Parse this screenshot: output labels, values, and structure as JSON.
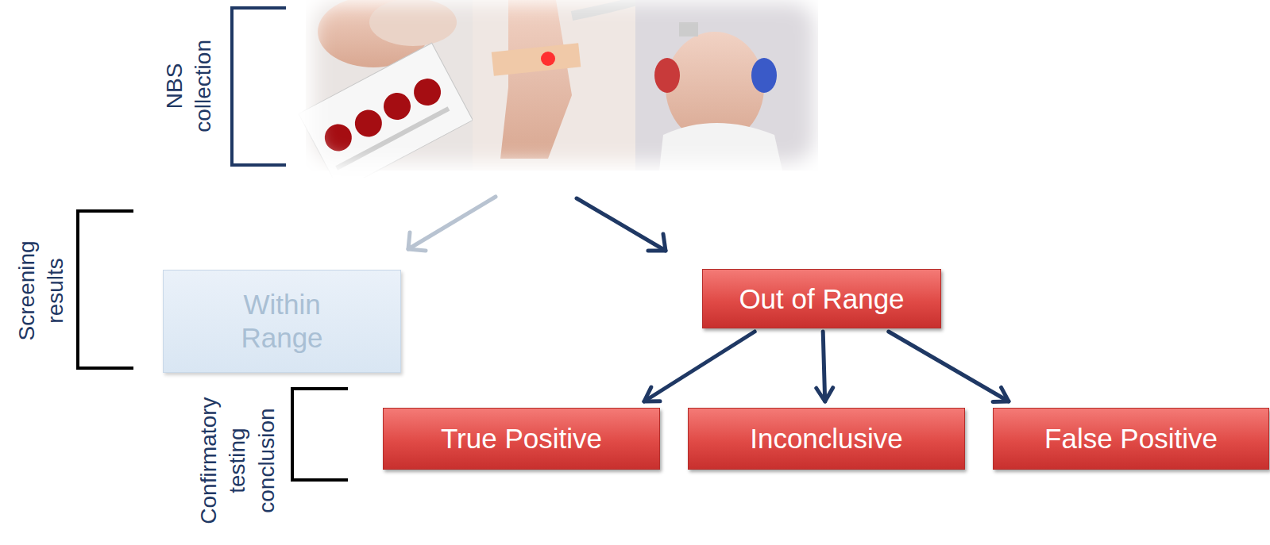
{
  "diagram": {
    "nodes": [
      {
        "text": [
          "Within Range"
        ]
      },
      {
        "text": [
          "Out of Range"
        ]
      },
      {
        "text": [
          "True Positive"
        ]
      },
      {
        "text": [
          "Inconclusive"
        ]
      },
      {
        "text": [
          "False Positive"
        ]
      }
    ],
    "edges": [
      {
        "from": 1,
        "to": 2,
        "arrow": "to"
      },
      {
        "from": 1,
        "to": 3,
        "arrow": "to"
      },
      {
        "from": 1,
        "to": 4,
        "arrow": "to"
      }
    ],
    "labels": [
      "NBS collection",
      "Screening results",
      "Confirmatory testing conclusion"
    ]
  }
}
